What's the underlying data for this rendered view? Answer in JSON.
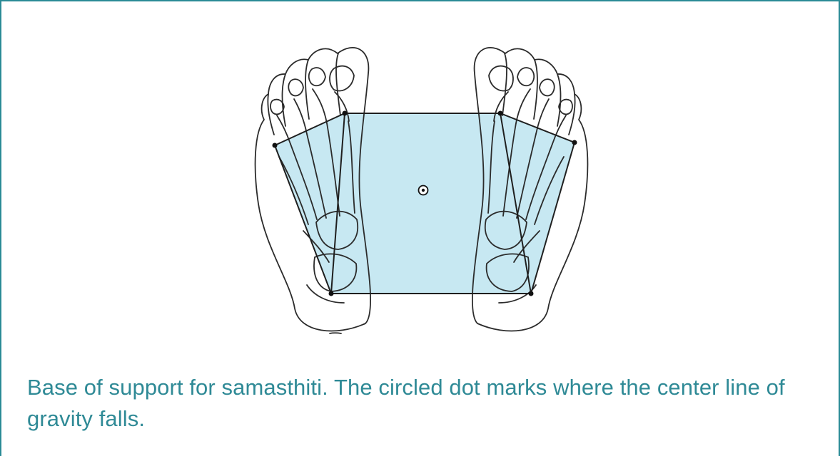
{
  "figure": {
    "caption": "Base of support for samasthiti. The circled dot marks where the center line of gravity falls.",
    "colors": {
      "support_fill": "#c7e8f2",
      "outline": "#1f1f1f",
      "frame": "#2a8b96",
      "caption": "#2f8a96"
    },
    "marks": [
      "left-foot-icon",
      "right-foot-icon",
      "base-of-support-polygon",
      "center-of-gravity-marker"
    ]
  }
}
